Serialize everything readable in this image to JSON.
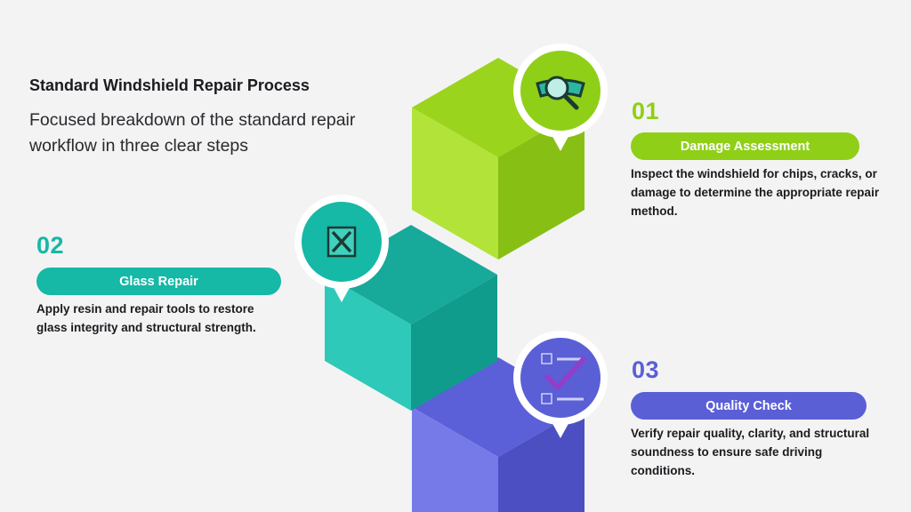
{
  "header": {
    "title": "Standard Windshield Repair Process",
    "subtitle": "Focused breakdown of the standard repair workflow in three clear steps"
  },
  "colors": {
    "green": "#9bd31e",
    "teal": "#17b8a8",
    "purple": "#5a5fd6"
  },
  "steps": [
    {
      "number": "01",
      "label": "Damage Assessment",
      "description": "Inspect the windshield for chips, cracks, or damage to determine the appropriate repair method.",
      "icon": "magnifier-windshield-icon",
      "color": "#8fcf17"
    },
    {
      "number": "02",
      "label": "Glass Repair",
      "description": "Apply resin and repair tools to restore glass integrity and structural strength.",
      "icon": "wrench-screwdriver-icon",
      "color": "#16b8a6"
    },
    {
      "number": "03",
      "label": "Quality Check",
      "description": "Verify repair quality, clarity, and structural soundness to ensure safe driving conditions.",
      "icon": "checklist-icon",
      "color": "#5a5fd6"
    }
  ]
}
